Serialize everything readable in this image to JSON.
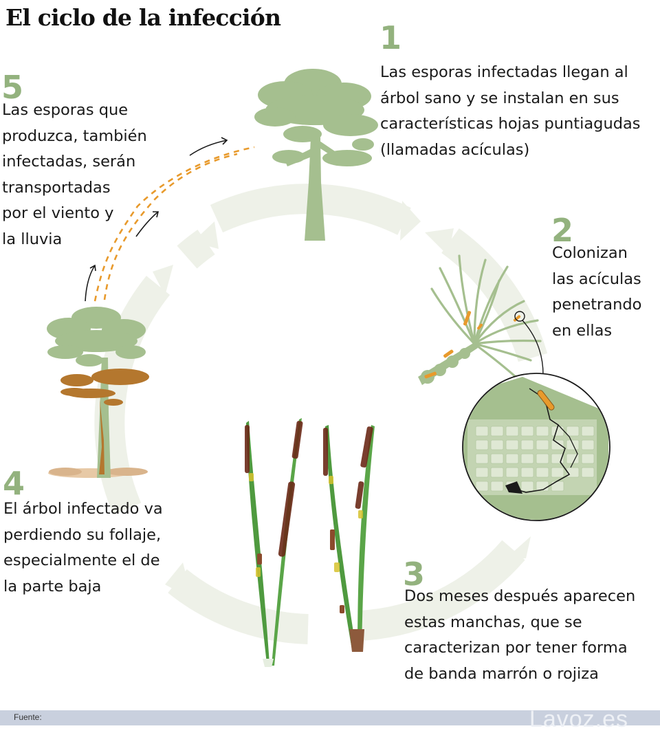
{
  "title": "El ciclo de la infección",
  "steps": [
    {
      "number": "1",
      "lines": [
        "Las esporas infectadas llegan al",
        "árbol sano y se instalan en sus",
        "características hojas puntiagudas",
        "(llamadas acículas)"
      ]
    },
    {
      "number": "2",
      "lines": [
        "Colonizan",
        "las acículas",
        "penetrando",
        "en ellas"
      ]
    },
    {
      "number": "3",
      "lines": [
        "Dos meses después aparecen",
        "estas manchas, que se",
        "caracterizan por tener forma",
        "de banda marrón o rojiza"
      ]
    },
    {
      "number": "4",
      "lines": [
        "El árbol infectado va",
        "perdiendo su follaje,",
        "especialmente el de",
        "la parte baja"
      ]
    },
    {
      "number": "5",
      "lines": [
        "Las esporas que",
        "produzca, también",
        "infectadas, serán",
        "transportadas",
        "por el viento y",
        "la lluvia"
      ]
    }
  ],
  "footer": {
    "source_label": "Fuente:",
    "brand": "Lavoz.es"
  },
  "colors": {
    "cycle": "#eef1e8",
    "tree": "#a5bf8f",
    "number": "#93b27e",
    "spore": "#e89a2c",
    "infection": "#b4772e"
  },
  "icons": [
    "healthy-pine-tree-icon",
    "pine-branch-icon",
    "needle-magnifier-icon",
    "infected-needles-icon",
    "infected-pine-tree-icon",
    "wind-arrow-icon"
  ]
}
